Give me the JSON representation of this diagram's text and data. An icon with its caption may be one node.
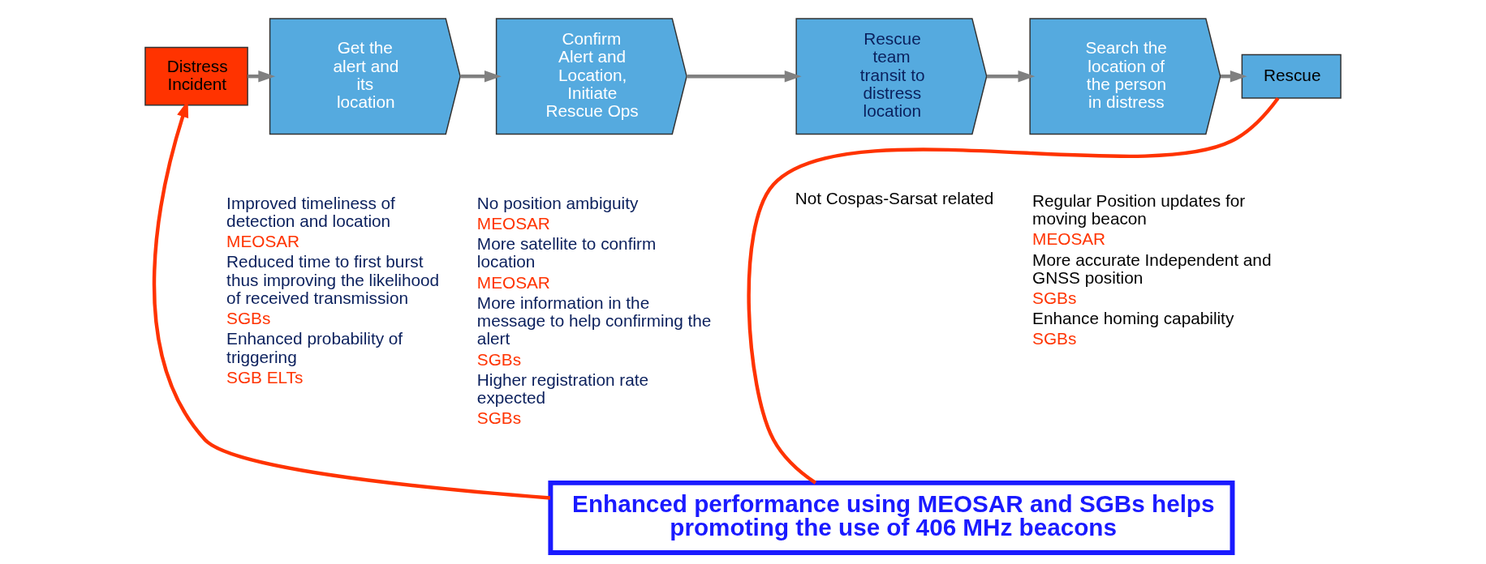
{
  "diagram": {
    "nodes": [
      {
        "text": [
          "Distress Incident"
        ]
      },
      {
        "text": [
          "Get the alert and its location"
        ],
        "beside": [
          "Improved timeliness of detection and location",
          "MEOSAR",
          "Reduced time to first burst thus improving the likelihood of received transmission",
          "SGBs",
          "Enhanced probability of triggering",
          "SGB ELTs"
        ]
      },
      {
        "text": [
          "Confirm Alert and Location, Initiate Rescue Ops"
        ],
        "beside": [
          "No position ambiguity",
          "MEOSAR",
          "More satellite to confirm location",
          "MEOSAR",
          "More information in the message to help confirming the alert",
          "SGBs",
          "Higher registration rate expected",
          "SGBs"
        ]
      },
      {
        "text": [
          "Rescue team transit to distress location"
        ],
        "beside": [
          "Not Cospas-Sarsat related"
        ]
      },
      {
        "text": [
          "Search the location of the person in distress"
        ],
        "beside": [
          "Regular Position updates for moving beacon",
          "MEOSAR",
          "More accurate Independent and GNSS position",
          "SGBs",
          "Enhance homing capability",
          "SGBs"
        ]
      },
      {
        "text": [
          "Rescue"
        ]
      },
      {
        "text": [
          "Enhanced performance using MEOSAR and SGBs helps promoting the use of 406 MHz beacons"
        ]
      }
    ],
    "edges": [
      {
        "from": 0,
        "to": 1,
        "arrow": "to"
      },
      {
        "from": 1,
        "to": 2,
        "arrow": "to"
      },
      {
        "from": 2,
        "to": 3,
        "arrow": "to"
      },
      {
        "from": 3,
        "to": 4,
        "arrow": "to"
      },
      {
        "from": 4,
        "to": 5,
        "arrow": "to"
      },
      {
        "from": 5,
        "to": 6,
        "arrow": "none",
        "color": "#ff3300"
      },
      {
        "from": 6,
        "to": 0,
        "arrow": "to",
        "color": "#ff3300"
      }
    ]
  }
}
